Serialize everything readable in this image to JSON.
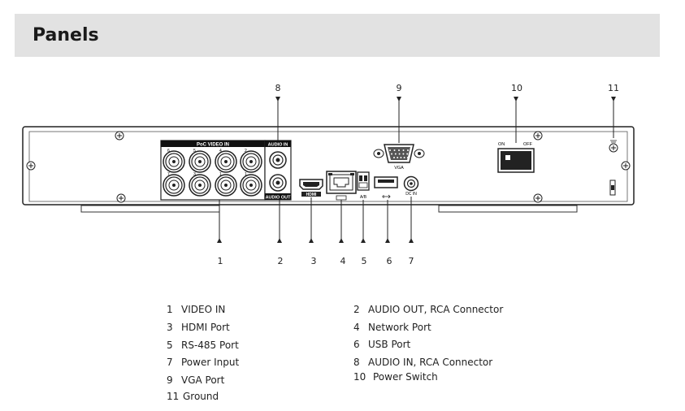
{
  "header": {
    "title": "Panels"
  },
  "panel": {
    "poc_label": "PoC VIDEO IN",
    "audio_in_label": "AUDIO IN",
    "audio_out_label": "AUDIO OUT",
    "vga_label": "VGA",
    "ab_label": "A/B",
    "dcin_label": "DC IN",
    "hdmi_label": "HDMI",
    "on_label": "ON",
    "off_label": "OFF",
    "bnc_numbers": [
      "6",
      "5",
      "4",
      "2",
      "7",
      "3",
      "1",
      "1"
    ]
  },
  "callouts": {
    "top": [
      "8",
      "9",
      "10",
      "11"
    ],
    "bottom": [
      "1",
      "2",
      "3",
      "4",
      "5",
      "6",
      "7"
    ]
  },
  "legend": [
    {
      "num": "1",
      "text": "VIDEO IN"
    },
    {
      "num": "2",
      "text": "AUDIO OUT, RCA Connector"
    },
    {
      "num": "3",
      "text": "HDMI Port"
    },
    {
      "num": "4",
      "text": "Network Port"
    },
    {
      "num": "5",
      "text": "RS-485 Port"
    },
    {
      "num": "6",
      "text": "USB Port"
    },
    {
      "num": "7",
      "text": "Power Input"
    },
    {
      "num": "8",
      "text": "AUDIO IN, RCA Connector"
    },
    {
      "num": "9",
      "text": "VGA Port"
    },
    {
      "num": "10",
      "text": "Power Switch"
    },
    {
      "num": "11",
      "text": "Ground"
    }
  ]
}
